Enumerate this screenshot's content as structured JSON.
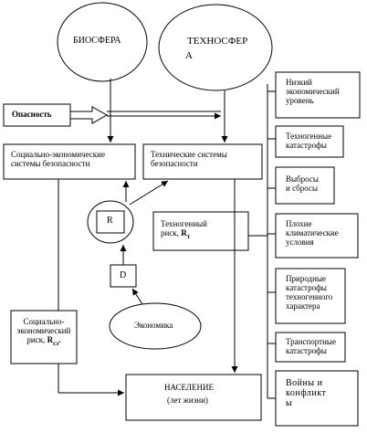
{
  "nodes": {
    "biosphere": "БИОСФЕРА",
    "technosphere_line1": "ТЕХНОСФЕР",
    "technosphere_line2": "А",
    "danger": "Опасность",
    "socio_economic_systems": "Социально-экономические\nсистемы безопасности",
    "technical_systems": "Технические системы\nбезопасности",
    "r_box": "R",
    "technogenic_risk_text": "Техногенный\nриск, ",
    "technogenic_risk_symbol": "R",
    "technogenic_risk_subscript": "т",
    "d_box": "D",
    "economy": "Экономика",
    "socio_economic_risk_text": "Социально-\nэкономический\nриск, ",
    "socio_economic_risk_symbol": "R",
    "socio_economic_risk_subscript": "сэ",
    "socio_economic_risk_end": ".",
    "population_title": "НАСЕЛЕНИЕ",
    "population_subtitle": "(лет жизни)"
  },
  "right_column": [
    "Низкий\nэкономический\nуровень",
    "Техногенные\nкатастрофы",
    "Выбросы\nи сбросы",
    "Плохие\nклиматические\nусловия",
    "Природные\nкатастрофы\nтехногенного\nхарактера",
    "Транспортные\nкатастрофы",
    "Войны  и\nконфликт\nы"
  ]
}
